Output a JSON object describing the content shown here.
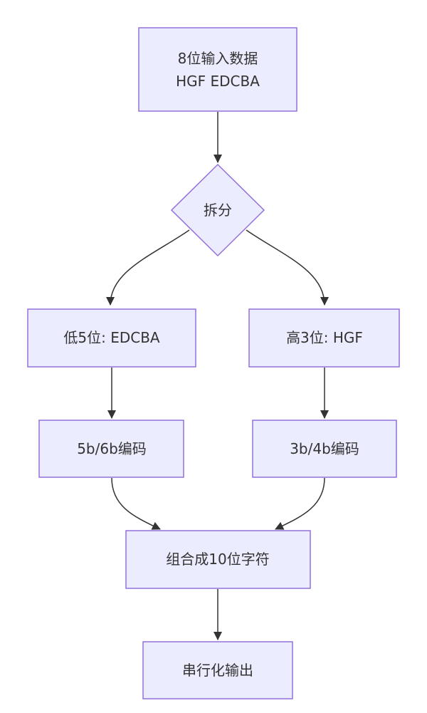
{
  "nodes": {
    "input": {
      "line1": "8位输入数据",
      "line2": "HGF EDCBA"
    },
    "split": {
      "label": "拆分"
    },
    "low5": {
      "label": "低5位: EDCBA"
    },
    "high3": {
      "label": "高3位: HGF"
    },
    "enc5b6b": {
      "label": "5b/6b编码"
    },
    "enc3b4b": {
      "label": "3b/4b编码"
    },
    "combine": {
      "label": "组合成10位字符"
    },
    "serial": {
      "label": "串行化输出"
    }
  },
  "colors": {
    "node_fill": "#ECECFF",
    "node_stroke": "#9370DB",
    "edge": "#333333",
    "text": "#333333"
  }
}
